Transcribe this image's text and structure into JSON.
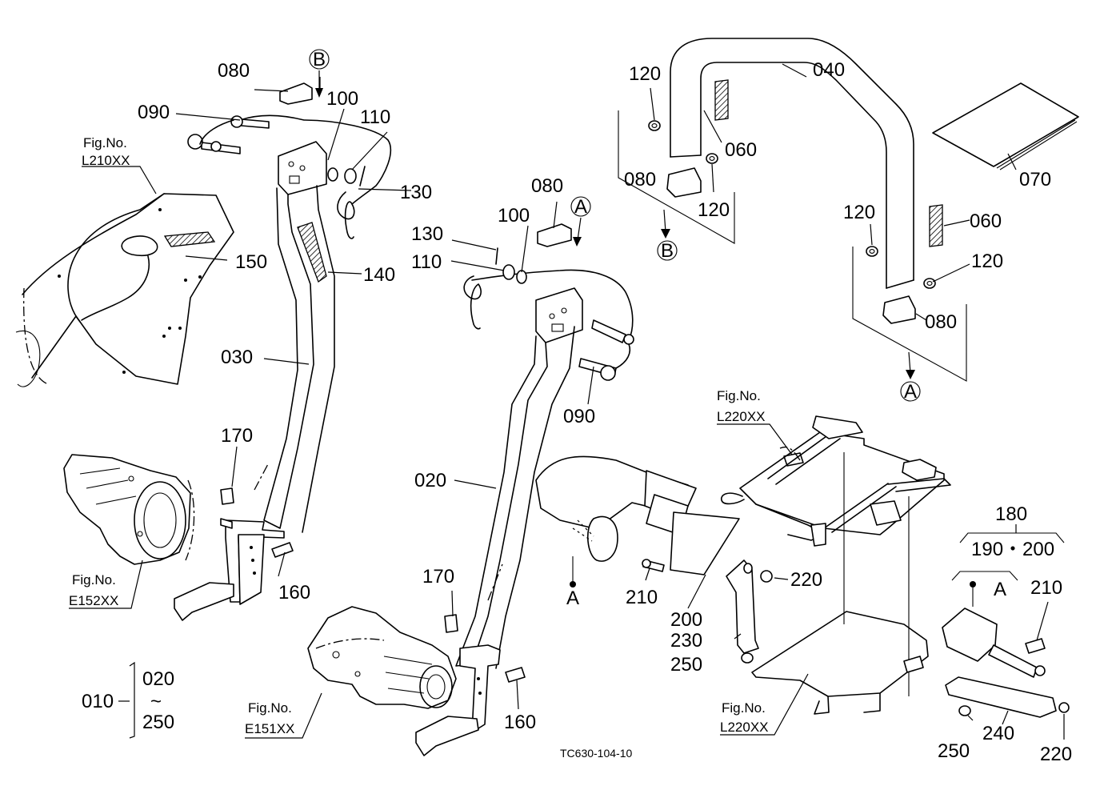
{
  "diagram": {
    "drawing_number": "TC630-104-10",
    "callouts": {
      "p010": "010",
      "p020a": "020",
      "p020b": "020",
      "p030": "030",
      "p040": "040",
      "p060a": "060",
      "p060b": "060",
      "p070": "070",
      "p080a": "080",
      "p080b": "080",
      "p080c": "080",
      "p080d": "080",
      "p090a": "090",
      "p090b": "090",
      "p100a": "100",
      "p100b": "100",
      "p110a": "110",
      "p110b": "110",
      "p120a": "120",
      "p120b": "120",
      "p120c": "120",
      "p120d": "120",
      "p130a": "130",
      "p130b": "130",
      "p140": "140",
      "p150": "150",
      "p160a": "160",
      "p160b": "160",
      "p170a": "170",
      "p170b": "170",
      "p180": "180",
      "p190_200": "190・200",
      "p200": "200",
      "p210a": "210",
      "p210b": "210",
      "p220a": "220",
      "p220b": "220",
      "p230": "230",
      "p240": "240",
      "p250a": "250",
      "p250b": "250",
      "p250c": "250",
      "range_sep": "~"
    },
    "markers": {
      "A": "A",
      "B": "B"
    },
    "figure_refs": {
      "fig_label": "Fig.No.",
      "L210": "L210XX",
      "L220a": "L220XX",
      "L220b": "L220XX",
      "E152": "E152XX",
      "E151": "E151XX"
    }
  }
}
